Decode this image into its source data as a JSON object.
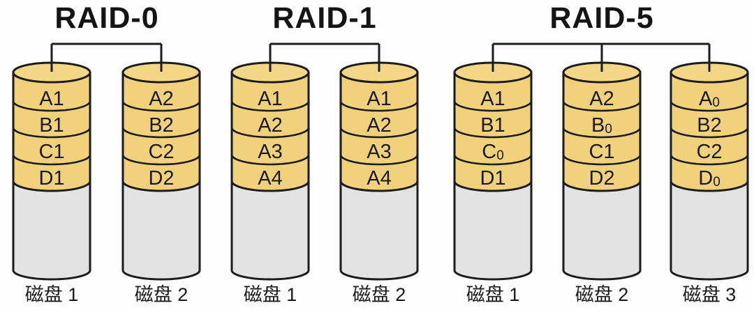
{
  "diagram": {
    "type": "raid-levels-comparison",
    "groups": [
      {
        "title": "RAID-0",
        "disks": [
          {
            "label": "磁盘 1",
            "blocks": [
              "A1",
              "B1",
              "C1",
              "D1"
            ]
          },
          {
            "label": "磁盘 2",
            "blocks": [
              "A2",
              "B2",
              "C2",
              "D2"
            ]
          }
        ]
      },
      {
        "title": "RAID-1",
        "disks": [
          {
            "label": "磁盘 1",
            "blocks": [
              "A1",
              "A2",
              "A3",
              "A4"
            ]
          },
          {
            "label": "磁盘 2",
            "blocks": [
              "A1",
              "A2",
              "A3",
              "A4"
            ]
          }
        ]
      },
      {
        "title": "RAID-5",
        "disks": [
          {
            "label": "磁盘 1",
            "blocks": [
              "A1",
              "B1",
              "C₀",
              "D1"
            ]
          },
          {
            "label": "磁盘 2",
            "blocks": [
              "A2",
              "B₀",
              "C1",
              "D2"
            ]
          },
          {
            "label": "磁盘 3",
            "blocks": [
              "A₀",
              "B2",
              "C2",
              "D₀"
            ]
          }
        ]
      }
    ],
    "colors": {
      "band_fill": "#F1D17C",
      "top_fill": "#F3D787",
      "body_fill": "#E3E3E3",
      "outline": "#1C1C1C",
      "text": "#1A1A1A",
      "background": "#FDFDFD"
    }
  }
}
